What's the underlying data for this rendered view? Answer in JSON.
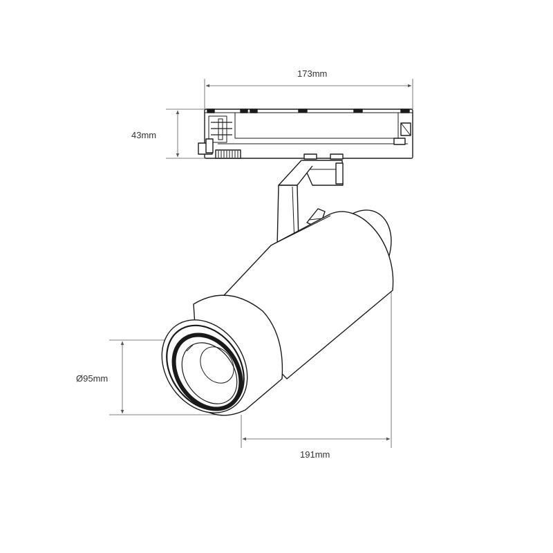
{
  "dimensions": {
    "width_label": "173mm",
    "height_label": "43mm",
    "diameter_label": "Ø95mm",
    "length_label": "191mm"
  },
  "colors": {
    "outline": "#1a1a1a",
    "dimension_line": "#555555",
    "label": "#333333"
  }
}
